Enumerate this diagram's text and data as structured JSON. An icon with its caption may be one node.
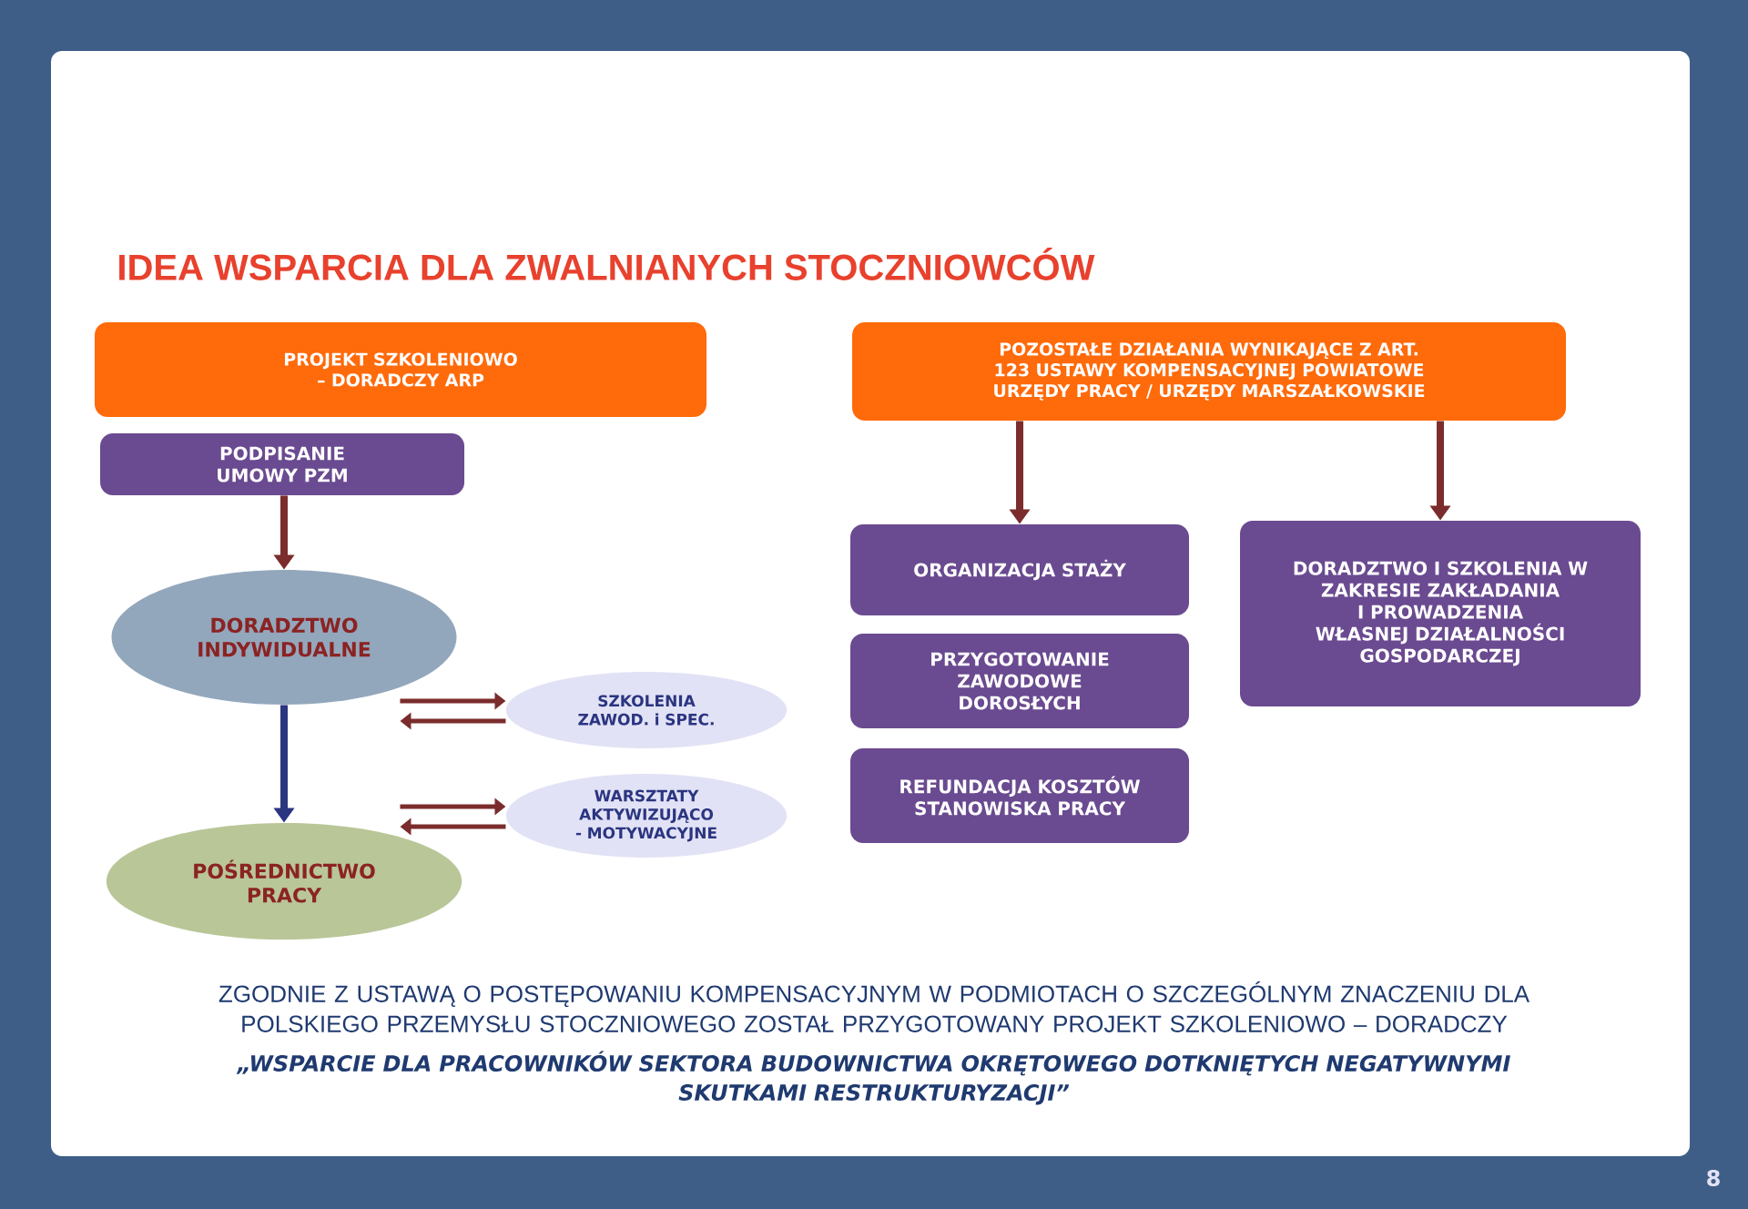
{
  "diagram": {
    "title": "IDEA WSPARCIA DLA ZWALNIANYCH STOCZNIOWCÓW",
    "nodes": [
      {
        "text": [
          "PROJEKT SZKOLENIOWO – DORADCZY ARP"
        ]
      },
      {
        "text": [
          "POZOSTAŁE DZIAŁANIA WYNIKAJĄCE Z ART. 123 USTAWY KOMPENSACYJNEJ POWIATOWE URZĘDY PRACY / URZĘDY MARSZAŁKOWSKIE"
        ]
      },
      {
        "text": [
          "PODPISANIE UMOWY PZM"
        ]
      },
      {
        "text": [
          "DORADZTWO INDYWIDUALNE"
        ]
      },
      {
        "text": [
          "POŚREDNICTWO PRACY"
        ]
      },
      {
        "text": [
          "SZKOLENIA ZAWOD.  i SPEC."
        ]
      },
      {
        "text": [
          "WARSZTATY AKTYWIZUJĄCO - MOTYWACYJNE"
        ]
      },
      {
        "text": [
          "ORGANIZACJA STAŻY"
        ]
      },
      {
        "text": [
          "PRZYGOTOWANIE ZAWODOWE DOROSŁYCH"
        ]
      },
      {
        "text": [
          "REFUNDACJA KOSZTÓW STANOWISKA PRACY"
        ]
      },
      {
        "text": [
          "DORADZTWO I SZKOLENIA W ZAKRESIE ZAKŁADANIA I PROWADZENIA WŁASNEJ DZIAŁALNOŚCI GOSPODARCZEJ"
        ]
      }
    ],
    "edges": [
      {
        "from": 2,
        "to": 3,
        "arrow": "to"
      },
      {
        "from": 3,
        "to": 4,
        "arrow": "to",
        "color": "#2b3580"
      },
      {
        "from": 1,
        "to": 7,
        "arrow": "to"
      },
      {
        "from": 1,
        "to": 10,
        "arrow": "to"
      },
      {
        "from": 3,
        "to": 5,
        "arrow": "to"
      },
      {
        "from": 5,
        "to": 3,
        "arrow": "to"
      },
      {
        "from": 4,
        "to": 6,
        "arrow": "to"
      },
      {
        "from": 6,
        "to": 4,
        "arrow": "to"
      }
    ],
    "labels": [
      "ZGODNIE Z USTAWĄ O POSTĘPOWANIU KOMPENSACYJNYM W PODMIOTACH O SZCZEGÓLNYM ZNACZENIU DLA POLSKIEGO PRZEMYSŁU STOCZNIOWEGO ZOSTAŁ PRZYGOTOWANY PROJEKT SZKOLENIOWO – DORADCZY",
      "„WSPARCIE DLA PRACOWNIKÓW SEKTORA BUDOWNICTWA OKRĘTOWEGO DOTKNIĘTYCH NEGATYWNYMI SKUTKAMI RESTRUKTURYZACJI”",
      "8"
    ]
  }
}
